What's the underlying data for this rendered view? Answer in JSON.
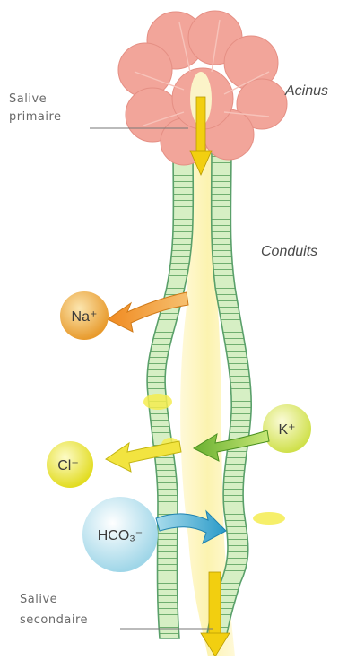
{
  "labels": {
    "salive_primaire_line1": "Salive",
    "salive_primaire_line2": "primaire",
    "acinus": "Acinus",
    "conduits": "Conduits",
    "salive_secondaire_line1": "Salive",
    "salive_secondaire_line2": "secondaire"
  },
  "ions": {
    "na": "Na⁺",
    "k": "K⁺",
    "cl": "Cl⁻",
    "hco3": "HCO₃⁻"
  },
  "colors": {
    "acinus": "#f2a59a",
    "duct_fill": "#d8f0c8",
    "duct_stroke": "#5aa06a",
    "lumen": "#fbf7c8",
    "arrow_yellow": "#f2cf10",
    "na_ball": "#f0b04a",
    "k_ball": "#dce85a",
    "cl_ball": "#e8e64a",
    "hco3_ball": "#bfe4ef"
  }
}
